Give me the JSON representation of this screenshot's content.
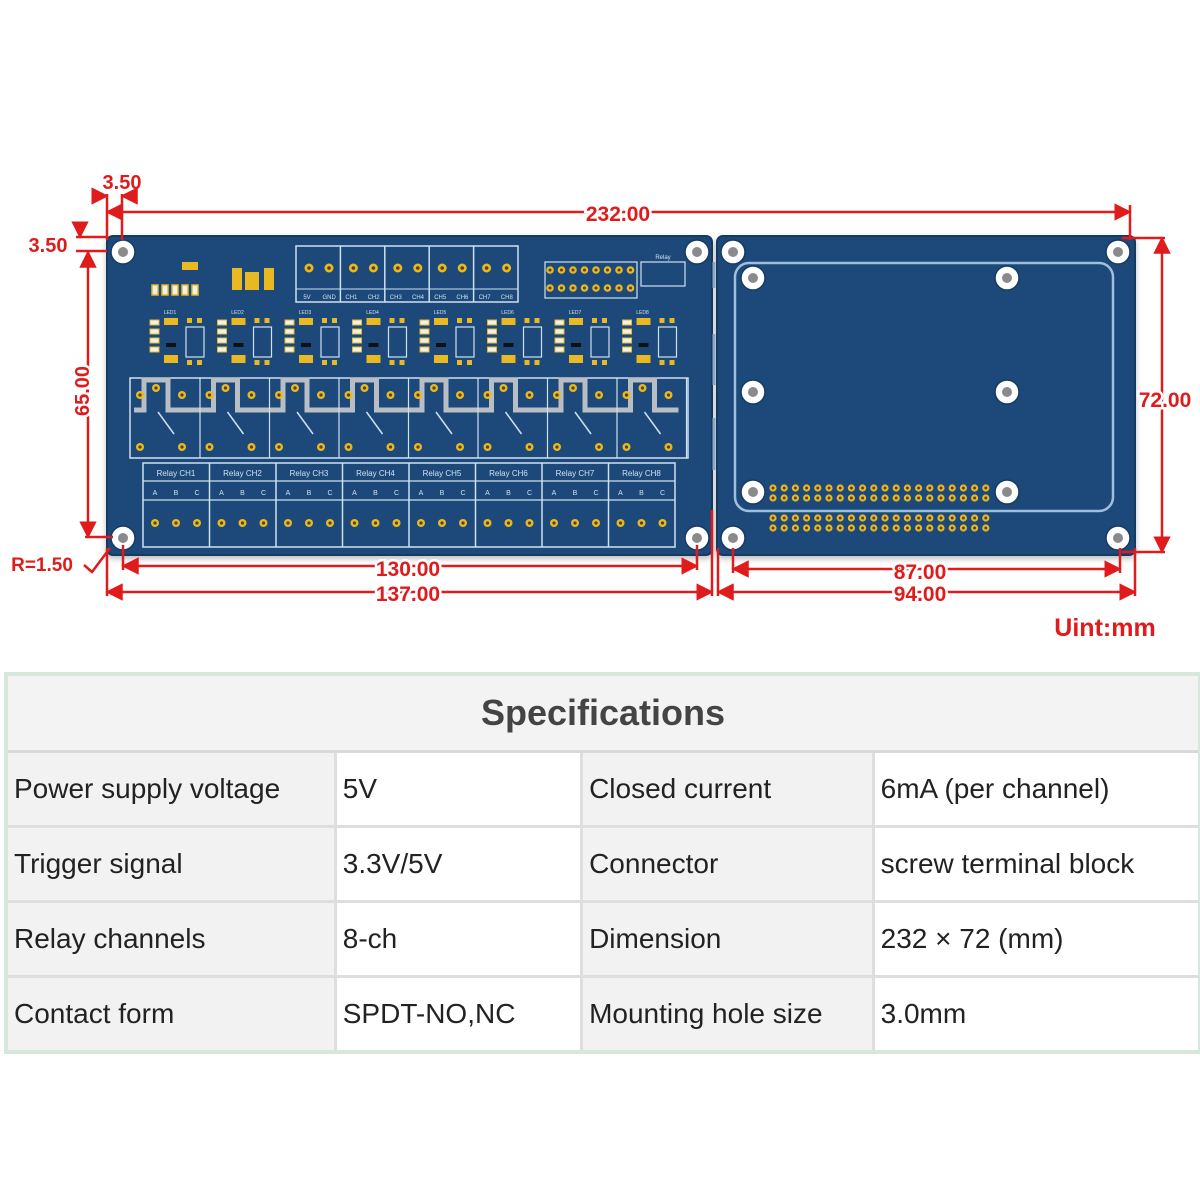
{
  "diagram": {
    "unit_label": "Uint:mm",
    "colors": {
      "dimension": "#e01b1b",
      "pcb": "#1d4a7a",
      "pcb_edge": "#173d66",
      "silkscreen": "#cfe0ef",
      "pad_gold": "#e8b923",
      "hole_white": "#ffffff"
    },
    "dimensions": {
      "overall_width": "232.00",
      "overall_height": "72.00",
      "left_board_height": "65.00",
      "left_margin_x": "3.50",
      "left_margin_y": "3.50",
      "corner_radius": "R=1.50",
      "left_hole_span": "130.00",
      "left_board_width": "137.00",
      "right_hole_span": "87.00",
      "right_board_width": "94.00"
    },
    "left_board": {
      "top_terminal_labels": [
        "5V",
        "GND",
        "CH1",
        "CH2",
        "CH3",
        "CH4",
        "CH5",
        "CH6",
        "CH7",
        "CH8"
      ],
      "header_label": "Relay",
      "relay_labels": [
        "Relay CH1",
        "Relay CH2",
        "Relay CH3",
        "Relay CH4",
        "Relay CH5",
        "Relay CH6",
        "Relay CH7",
        "Relay CH8"
      ],
      "contact_labels": [
        "A",
        "B",
        "C"
      ],
      "led_labels": [
        "LED1",
        "LED2",
        "LED3",
        "LED4",
        "LED5",
        "LED6",
        "LED7",
        "LED8"
      ]
    }
  },
  "specifications": {
    "title": "Specifications",
    "rows": [
      {
        "label1": "Power supply voltage",
        "value1": "5V",
        "label2": "Closed current",
        "value2": "6mA (per channel)"
      },
      {
        "label1": "Trigger signal",
        "value1": "3.3V/5V",
        "label2": "Connector",
        "value2": "screw terminal block"
      },
      {
        "label1": "Relay channels",
        "value1": "8-ch",
        "label2": "Dimension",
        "value2": "232 × 72 (mm)"
      },
      {
        "label1": "Contact form",
        "value1": "SPDT-NO,NC",
        "label2": "Mounting hole size",
        "value2": "3.0mm"
      }
    ]
  }
}
